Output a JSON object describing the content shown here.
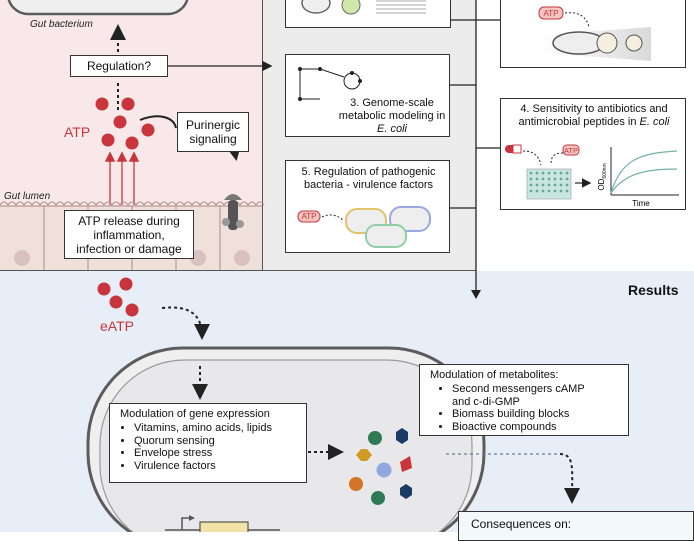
{
  "colors": {
    "top_left_bg": "#f8e8ea",
    "top_mid_bg": "#ececec",
    "bottom_bg": "#e7eef7",
    "atp_red": "#c8353c",
    "arrow_dark": "#222222",
    "cell_fill": "#efeff0",
    "cell_border": "#5c5c5c"
  },
  "labels": {
    "gut_bacterium": "Gut bacterium",
    "gut_lumen": "Gut lumen",
    "atp": "ATP",
    "eatp": "eATP",
    "results": "Results",
    "regulation": "Regulation?",
    "purinergic": "Purinergic signaling",
    "atp_release": "ATP release during inflammation, infection or damage"
  },
  "methods": {
    "box3_num": "3. Genome-scale metabolic modeling in",
    "box3_species": "E. coli",
    "box4_title": "4. Sensitivity to antibiotics and antimicrobial peptides in",
    "box4_species": "E. coli",
    "box4_xlabel": "Time",
    "box4_ylabel": "OD",
    "box4_ysub": "600nm",
    "box5_title": "5. Regulation of pathogenic bacteria - virulence factors",
    "atp_tag": "ATP"
  },
  "gene_expression": {
    "title": "Modulation of gene expression",
    "items": [
      "Vitamins, amino acids, lipids",
      "Quorum sensing",
      "Envelope stress",
      "Virulence factors"
    ]
  },
  "metabolites": {
    "title": "Modulation of metabolites:",
    "items": [
      "Second messengers cAMP and c-di-GMP",
      "Biomass building blocks",
      "Bioactive compounds"
    ]
  },
  "consequences": {
    "title": "Consequences on:"
  },
  "icons": [
    "atp-molecule-icon",
    "receptor-icon",
    "plasmid-icon",
    "bacteria-icon",
    "antibiotic-capsule-icon",
    "gene-arrow-icon",
    "metabolite-shape-icon"
  ]
}
